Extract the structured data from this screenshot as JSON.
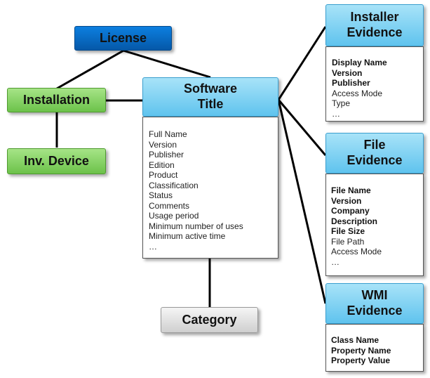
{
  "nodes": {
    "license": "License",
    "installation": "Installation",
    "inv_device": "Inv. Device",
    "category": "Category"
  },
  "software_title": {
    "line1": "Software",
    "line2": "Title",
    "attributes": [
      "Full Name",
      "Version",
      "Publisher",
      "Edition",
      "Product",
      "Classification",
      "Status",
      "Comments",
      "Usage period",
      "Minimum  number of uses",
      "Minimum  active time",
      "…"
    ]
  },
  "installer_evidence": {
    "line1": "Installer",
    "line2": "Evidence",
    "bold_attributes": [
      "Display Name",
      "Version",
      "Publisher"
    ],
    "attributes": [
      "Access Mode",
      "Type",
      "…"
    ]
  },
  "file_evidence": {
    "line1": "File",
    "line2": "Evidence",
    "bold_attributes": [
      "File Name",
      "Version",
      "Company",
      "Description",
      "File Size"
    ],
    "attributes": [
      "File Path",
      "Access Mode",
      "…"
    ]
  },
  "wmi_evidence": {
    "line1": "WMI",
    "line2": "Evidence",
    "bold_attributes": [
      "Class Name",
      "Property Name",
      "Property Value"
    ],
    "attributes": []
  }
}
